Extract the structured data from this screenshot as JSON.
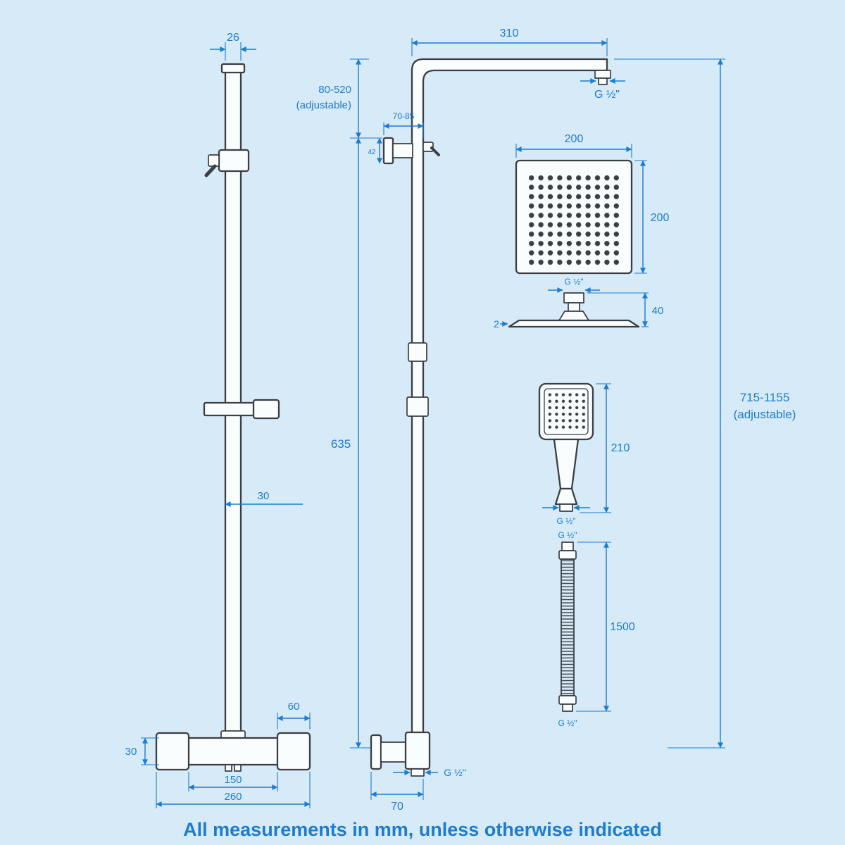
{
  "colors": {
    "background": "#d7eaf7",
    "drawing_line": "#3a3f44",
    "dimension": "#1b7cd2"
  },
  "left_view": {
    "top_width": "26",
    "rail_width": "30",
    "handle_width": "60",
    "valve_height": "30",
    "handle_spacing": "150",
    "valve_total_width": "260"
  },
  "column_view": {
    "arm_length": "310",
    "arm_thread": "G ½\"",
    "upper_adjustable": "80-520",
    "upper_adjustable_note": "(adjustable)",
    "wall_bracket_depth": "70-85",
    "wall_bracket_size": "42",
    "column_height": "635",
    "outlet_offset": "70",
    "outlet_thread": "G ½\""
  },
  "overhead_front": {
    "width": "200",
    "height": "200"
  },
  "overhead_side": {
    "thread": "G ½\"",
    "depth": "40",
    "plate_thickness": "2"
  },
  "hand_shower": {
    "length": "210",
    "thread": "G ½\""
  },
  "hose": {
    "top_thread": "G ½\"",
    "length": "1500",
    "bottom_thread": "G ½\""
  },
  "overall": {
    "height_range": "715-1155",
    "note": "(adjustable)"
  },
  "footer": {
    "note": "All measurements in mm, unless otherwise indicated"
  }
}
